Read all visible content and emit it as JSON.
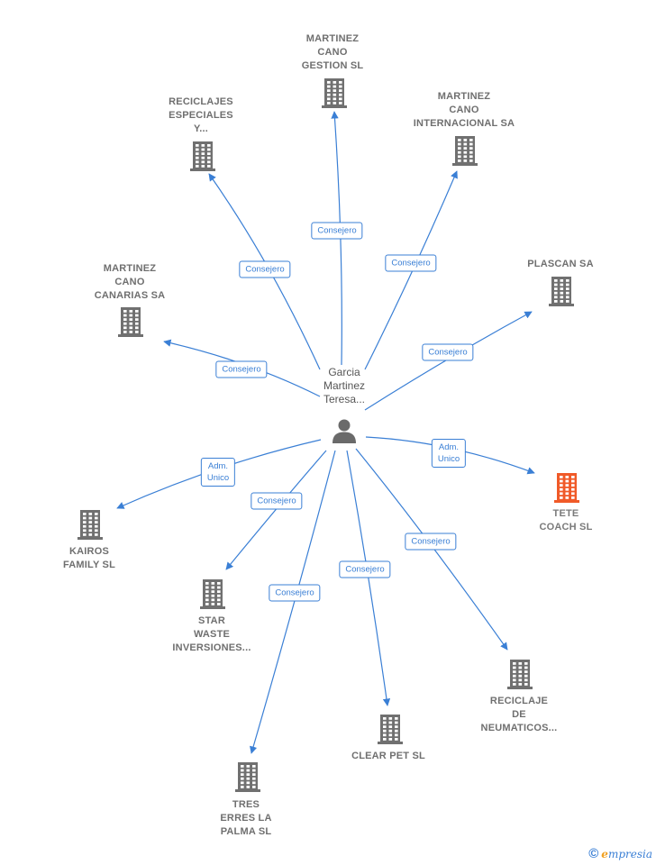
{
  "center": {
    "label": "Garcia\nMartinez\nTeresa..."
  },
  "colors": {
    "edge": "#3a7fd5",
    "company": "#707070",
    "highlight": "#f05a28",
    "person": "#6a6a6a"
  },
  "nodes": [
    {
      "id": "gestion",
      "label": "MARTINEZ\nCANO\nGESTION SL",
      "edge_label": "Consejero",
      "highlight": false
    },
    {
      "id": "internacional",
      "label": "MARTINEZ\nCANO\nINTERNACIONAL SA",
      "edge_label": "Consejero",
      "highlight": false
    },
    {
      "id": "reciclajes",
      "label": "RECICLAJES\nESPECIALES\nY...",
      "edge_label": "Consejero",
      "highlight": false
    },
    {
      "id": "plascan",
      "label": "PLASCAN SA",
      "edge_label": "Consejero",
      "highlight": false
    },
    {
      "id": "canarias",
      "label": "MARTINEZ\nCANO\nCANARIAS SA",
      "edge_label": "Consejero",
      "highlight": false
    },
    {
      "id": "tete",
      "label": "TETE\nCOACH  SL",
      "edge_label": "Adm.\nUnico",
      "highlight": true
    },
    {
      "id": "kairos",
      "label": "KAIROS\nFAMILY  SL",
      "edge_label": "Adm.\nUnico",
      "highlight": false
    },
    {
      "id": "star",
      "label": "STAR\nWASTE\nINVERSIONES...",
      "edge_label": "Consejero",
      "highlight": false
    },
    {
      "id": "neumaticos",
      "label": "RECICLAJE\nDE\nNEUMATICOS...",
      "edge_label": "Consejero",
      "highlight": false
    },
    {
      "id": "clearpet",
      "label": "CLEAR PET SL",
      "edge_label": "Consejero",
      "highlight": false
    },
    {
      "id": "treserres",
      "label": "TRES\nERRES LA\nPALMA SL",
      "edge_label": "Consejero",
      "highlight": false
    }
  ],
  "footer": {
    "copyright": "©",
    "brand_initial": "e",
    "brand_rest": "mpresia"
  }
}
